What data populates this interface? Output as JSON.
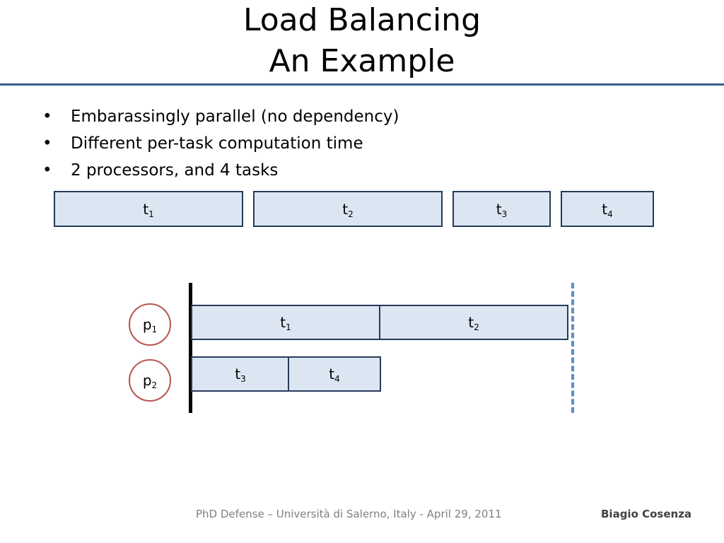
{
  "slide": {
    "title_line1": "Load Balancing",
    "title_line2": "An Example"
  },
  "bullets": [
    "Embarassingly parallel (no dependency)",
    "Different per-task computation time",
    "2 processors, and 4 tasks"
  ],
  "tasks": [
    {
      "base": "t",
      "sub": "1"
    },
    {
      "base": "t",
      "sub": "2"
    },
    {
      "base": "t",
      "sub": "3"
    },
    {
      "base": "t",
      "sub": "4"
    }
  ],
  "processors": [
    {
      "base": "p",
      "sub": "1",
      "tasks": [
        {
          "base": "t",
          "sub": "1"
        },
        {
          "base": "t",
          "sub": "2"
        }
      ]
    },
    {
      "base": "p",
      "sub": "2",
      "tasks": [
        {
          "base": "t",
          "sub": "3"
        },
        {
          "base": "t",
          "sub": "4"
        }
      ]
    }
  ],
  "colors": {
    "task_fill": "#dce6f2",
    "task_border": "#263b59",
    "processor_border": "#b85450",
    "deadline_line": "#5b8fc7",
    "title_rule": "#3b5f8a"
  },
  "footer": {
    "event": "PhD Defense – Università di Salerno, Italy - April 29, 2011",
    "author": "Biagio Cosenza"
  }
}
